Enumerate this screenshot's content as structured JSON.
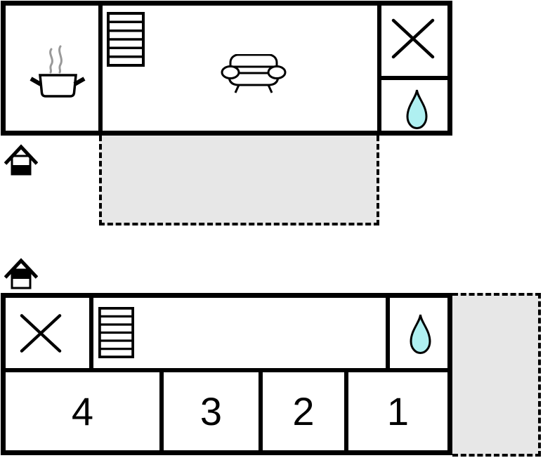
{
  "colors": {
    "background": "#ffffff",
    "wall": "#000000",
    "terrace_fill": "#e7e7e7",
    "drop_fill": "#aff0f1",
    "steam": "#999999",
    "digit": "#000000"
  },
  "ground_floor": {
    "indicator_icon": "house-lower-half-filled",
    "icons": [
      "cooking-pot",
      "staircase",
      "sofa",
      "window-cross",
      "water-drop"
    ],
    "terrace_present": true
  },
  "upper_floor": {
    "indicator_icon": "house-upper-half-filled",
    "icons": [
      "window-cross",
      "staircase",
      "water-drop"
    ],
    "bedrooms": [
      {
        "label": "4"
      },
      {
        "label": "3"
      },
      {
        "label": "2"
      },
      {
        "label": "1"
      }
    ],
    "balcony_present": true
  }
}
